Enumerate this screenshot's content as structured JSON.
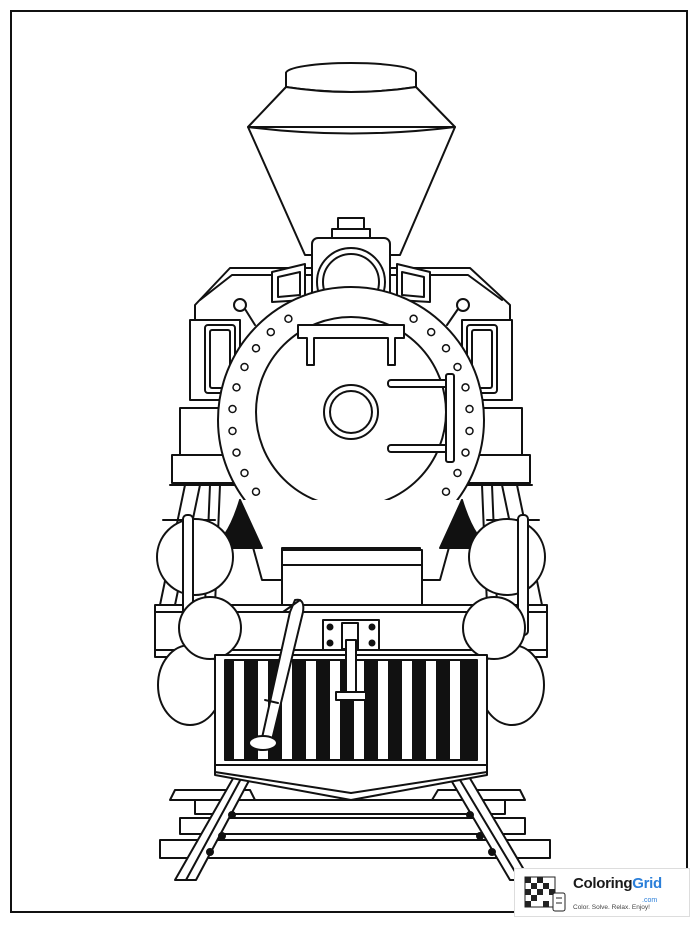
{
  "image": {
    "subject": "steam locomotive front view coloring page",
    "line_color": "#111111",
    "background_color": "#ffffff"
  },
  "watermark": {
    "brand_first": "Coloring",
    "brand_second": "Grid",
    "tld": ".com",
    "tagline": "Color. Solve. Relax. Enjoy!",
    "brand_color": "#2b7fd9",
    "icon": "coloring-grid-logo-icon"
  }
}
